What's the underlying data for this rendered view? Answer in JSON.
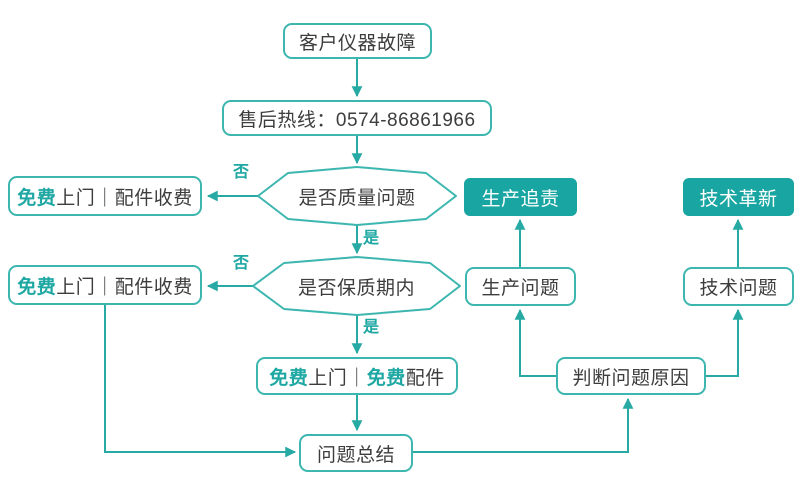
{
  "colors": {
    "line": "#27AAA4",
    "border": "#3CB6AF",
    "node_fill": "#19A5A1",
    "text_dark": "#3D3D3D",
    "accent_text": "#1FA8A3",
    "background": "#FFFFFF"
  },
  "nodes": {
    "start": "客户仪器故障",
    "hotline": "售后热线：0574-86861966",
    "decision_quality": "是否质量问题",
    "decision_warranty": "是否保质期内",
    "free_visit_paid_parts_top": {
      "free": "免费",
      "rest": "上门｜配件收费"
    },
    "free_visit_paid_parts_mid": {
      "free": "免费",
      "rest": "上门｜配件收费"
    },
    "free_visit_free_parts": {
      "free1": "免费",
      "mid": "上门｜",
      "free2": "免费",
      "rest": "配件"
    },
    "summary": "问题总结",
    "judge_cause": "判断问题原因",
    "production_issue": "生产问题",
    "production_accountability": "生产追责",
    "technical_issue": "技术问题",
    "technical_innovation": "技术革新"
  },
  "edge_labels": {
    "no_quality": "否",
    "yes_quality": "是",
    "no_warranty": "否",
    "yes_warranty": "是"
  }
}
